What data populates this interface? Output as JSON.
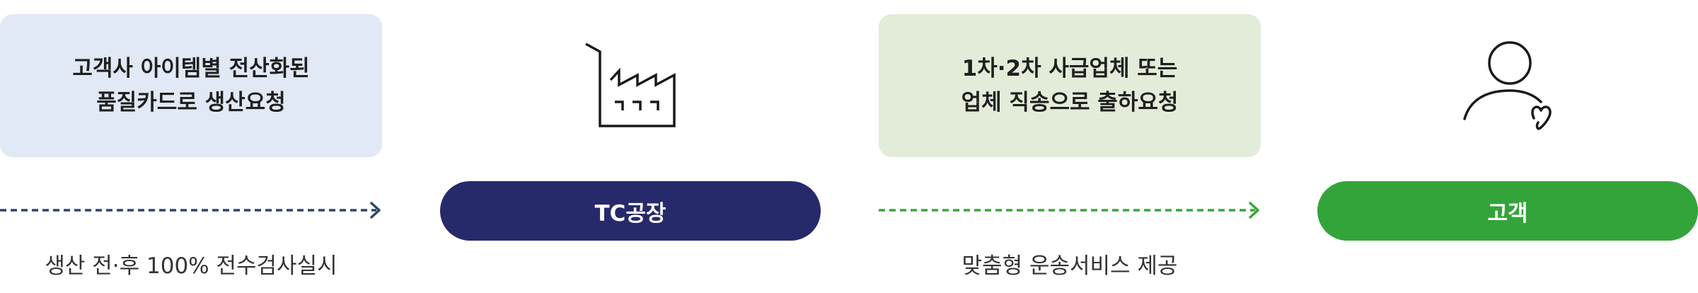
{
  "step1": {
    "card_lines": [
      "고객사 아이템별 전산화된",
      "품질카드로 생산요청"
    ],
    "caption": "생산 전·후 100% 전수검사실시",
    "icon": "factory-icon"
  },
  "step2": {
    "card_lines": [
      "1차·2차 사급업체 또는",
      "업체 직송으로 출하요청"
    ],
    "caption": "맞춤형 운송서비스 제공",
    "icon": "person-heart-icon"
  },
  "labels": {
    "factory": "TC공장",
    "customer": "고객"
  },
  "colors": {
    "card1_bg": "#e1e9f6",
    "card2_bg": "#e3ecd8",
    "navy": "#262a6b",
    "green": "#33a43a",
    "arrow1": "#2c4766",
    "arrow2": "#3aa63a"
  }
}
